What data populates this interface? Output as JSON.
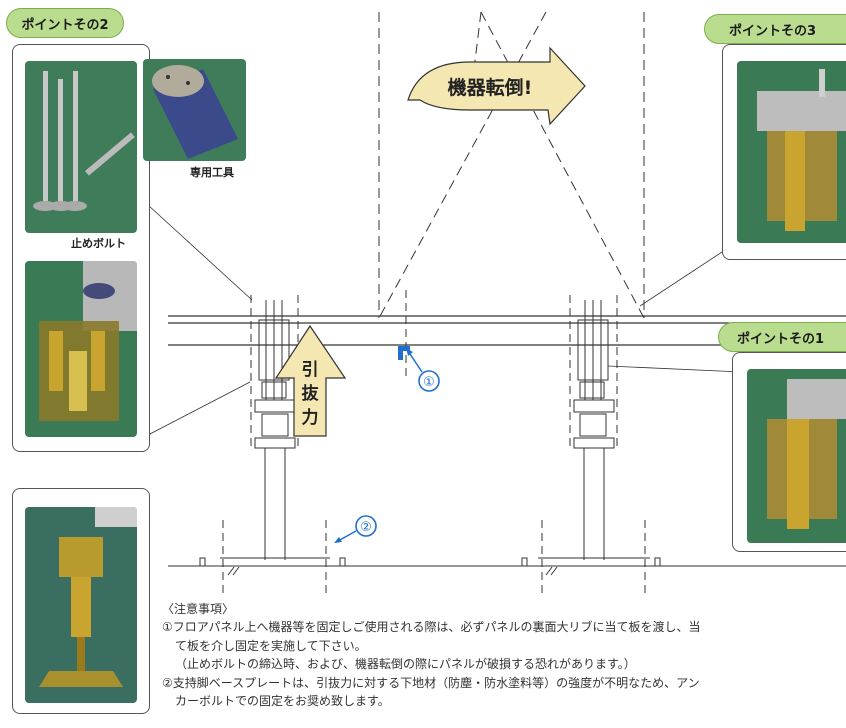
{
  "point_badges": {
    "point2": "ポイントその2",
    "point3": "ポイントその3",
    "point1": "ポイントその1"
  },
  "captions": {
    "tool": "専用工具",
    "bolt": "止めボルト"
  },
  "callouts": {
    "tipping": "機器転倒!",
    "pullout_chars": [
      "引",
      "抜",
      "力"
    ],
    "num1": "①",
    "num2": "②"
  },
  "notes": {
    "heading": "〈注意事項〉",
    "line1": "①フロアパネル上へ機器等を固定しご使用される際は、必ずパネルの裏面大リブに当て板を渡し、当",
    "line2": "て板を介し固定を実施して下さい。",
    "line3": "（止めボルトの締込時、および、機器転倒の際にパネルが破損する恐れがあります。）",
    "line4": "②支持脚ベースプレートは、引抜力に対する下地材（防塵・防水塗料等）の強度が不明なため、アン",
    "line5": "カーボルトでの固定をお奨め致します。"
  },
  "colors": {
    "badge_fill": "#b9dc8e",
    "badge_border": "#7cae4c",
    "callout_fill": "#f5e7b2",
    "marker_blue": "#1f6fd0",
    "photo_green": "#3f7d5a"
  }
}
